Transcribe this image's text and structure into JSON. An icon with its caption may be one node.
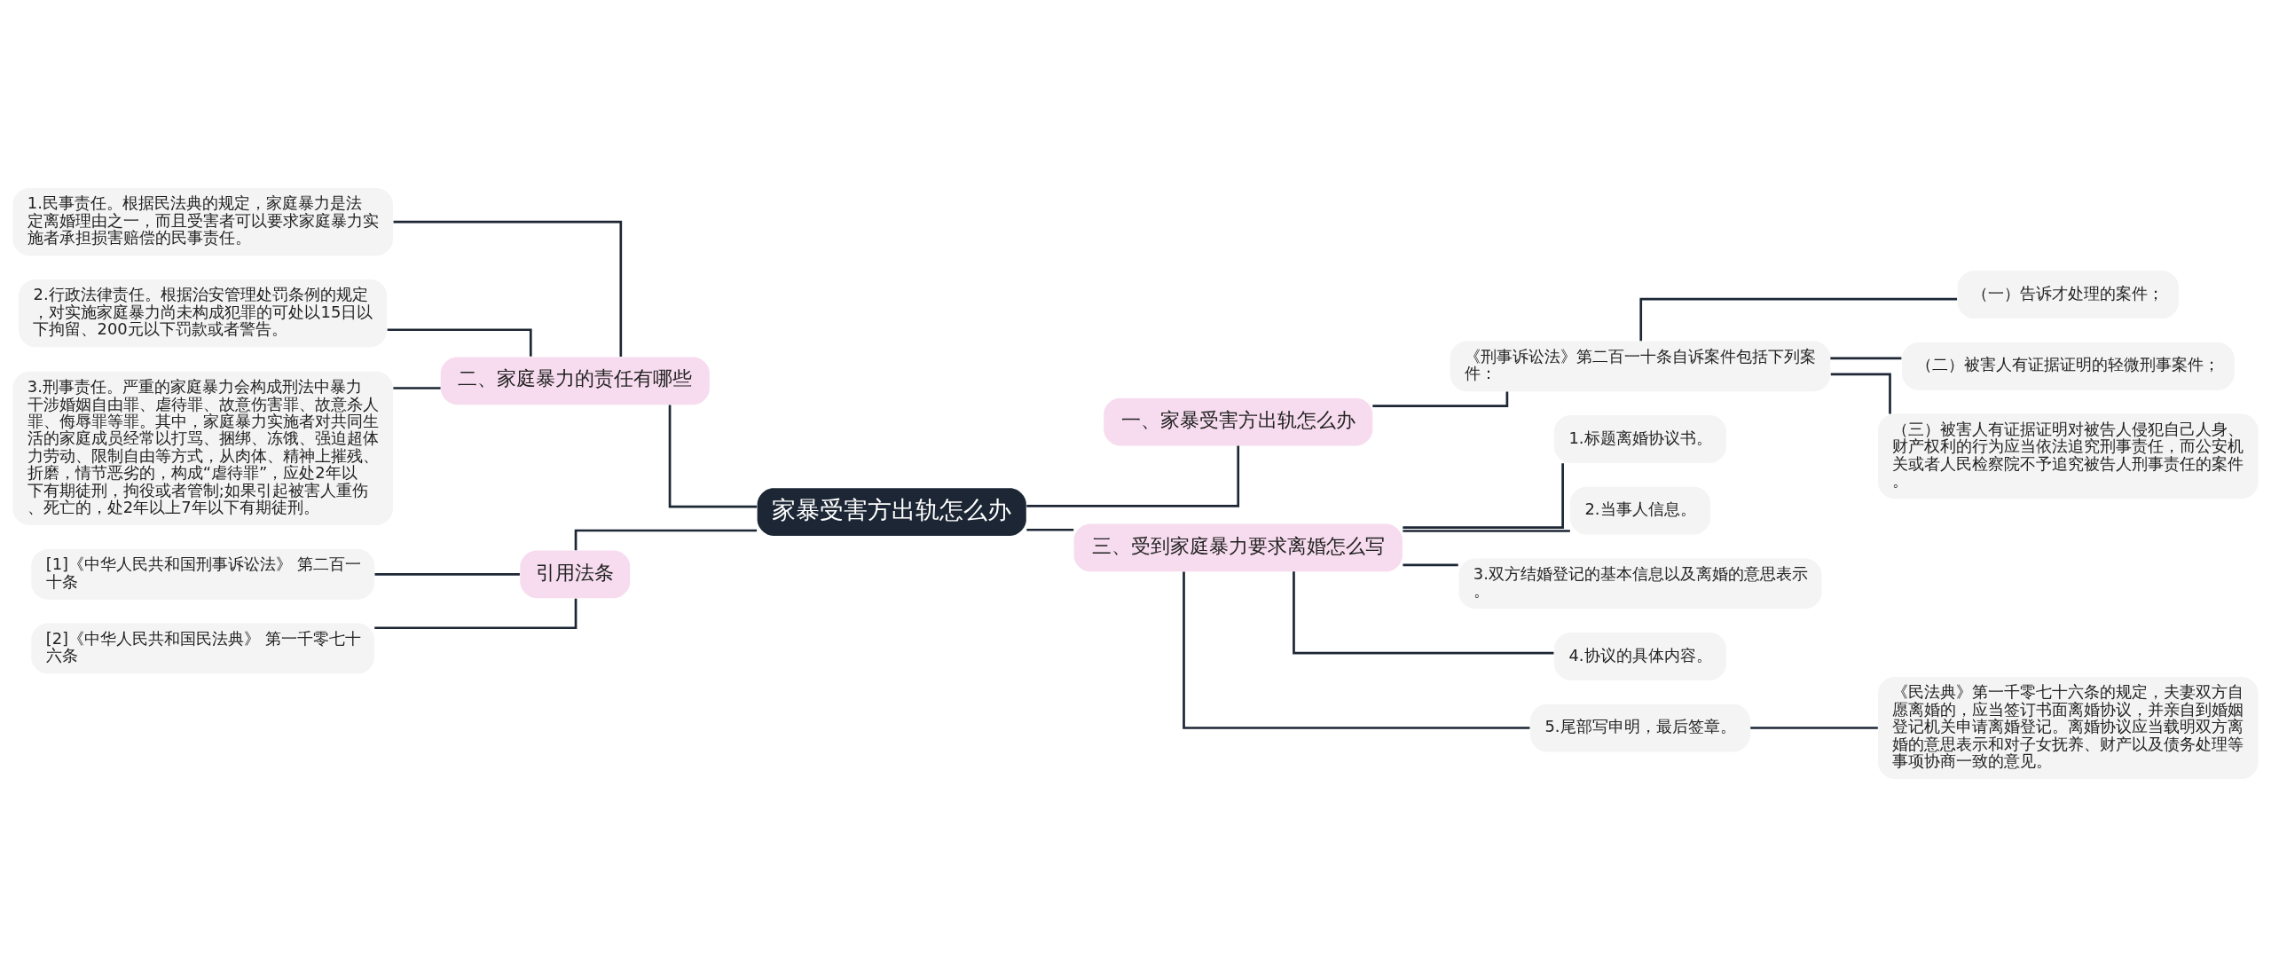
{
  "diagram": {
    "nodes": [
      {
        "text": [
          "家暴受害方出轨怎么办"
        ]
      },
      {
        "text": [
          "一、家暴受害方出轨怎么办"
        ]
      },
      {
        "text": [
          "《刑事诉讼法》第二百一十条自诉案件包括下列案件："
        ]
      },
      {
        "text": [
          "（一）告诉才处理的案件；"
        ]
      },
      {
        "text": [
          "（二）被害人有证据证明的轻微刑事案件；"
        ]
      },
      {
        "text": [
          "（三）被害人有证据证明对被告人侵犯自己人身、财产权利的行为应当依法追究刑事责任，而公安机关或者人民检察院不予追究被告人刑事责任的案件。"
        ]
      },
      {
        "text": [
          "三、受到家庭暴力要求离婚怎么写"
        ]
      },
      {
        "text": [
          "1.标题离婚协议书。"
        ]
      },
      {
        "text": [
          "2.当事人信息。"
        ]
      },
      {
        "text": [
          "3.双方结婚登记的基本信息以及离婚的意思表示。"
        ]
      },
      {
        "text": [
          "4.协议的具体内容。"
        ]
      },
      {
        "text": [
          "5.尾部写申明，最后签章。"
        ]
      },
      {
        "text": [
          "《民法典》第一千零七十六条的规定，夫妻双方自愿离婚的，应当签订书面离婚协议，并亲自到婚姻登记机关申请离婚登记。离婚协议应当载明双方离婚的意思表示和对子女抚养、财产以及债务处理等事项协商一致的意见。"
        ]
      },
      {
        "text": [
          "二、家庭暴力的责任有哪些"
        ]
      },
      {
        "text": [
          "1.民事责任。根据民法典的规定，家庭暴力是法定离婚理由之一，而且受害者可以要求家庭暴力实施者承担损害赔偿的民事责任。"
        ]
      },
      {
        "text": [
          "2.行政法律责任。根据治安管理处罚条例的规定，对实施家庭暴力尚未构成犯罪的可处以15日以下拘留、200元以下罚款或者警告。"
        ]
      },
      {
        "text": [
          "3.刑事责任。严重的家庭暴力会构成刑法中暴力干涉婚姻自由罪、虐待罪、故意伤害罪、故意杀人罪、侮辱罪等罪。其中，家庭暴力实施者对共同生活的家庭成员经常以打骂、捆绑、冻饿、强迫超体力劳动、限制自由等方式，从肉体、精神上摧残、折磨，情节恶劣的，构成“虐待罪”，应处2年以下有期徒刑，拘役或者管制;如果引起被害人重伤、死亡的，处2年以上7年以下有期徒刑。"
        ]
      },
      {
        "text": [
          "引用法条"
        ]
      },
      {
        "text": [
          "[1]《中华人民共和国刑事诉讼法》 第二百一十条"
        ]
      },
      {
        "text": [
          "[2]《中华人民共和国民法典》 第一千零七十六条"
        ]
      }
    ],
    "edges": [
      {
        "from": 0,
        "to": 1,
        "arrow": "none"
      },
      {
        "from": 1,
        "to": 2,
        "arrow": "none"
      },
      {
        "from": 2,
        "to": 3,
        "arrow": "none"
      },
      {
        "from": 2,
        "to": 4,
        "arrow": "none"
      },
      {
        "from": 2,
        "to": 5,
        "arrow": "none"
      },
      {
        "from": 0,
        "to": 6,
        "arrow": "none"
      },
      {
        "from": 6,
        "to": 7,
        "arrow": "none"
      },
      {
        "from": 6,
        "to": 8,
        "arrow": "none"
      },
      {
        "from": 6,
        "to": 9,
        "arrow": "none"
      },
      {
        "from": 6,
        "to": 10,
        "arrow": "none"
      },
      {
        "from": 6,
        "to": 11,
        "arrow": "none"
      },
      {
        "from": 11,
        "to": 12,
        "arrow": "none"
      },
      {
        "from": 0,
        "to": 13,
        "arrow": "none"
      },
      {
        "from": 13,
        "to": 14,
        "arrow": "none"
      },
      {
        "from": 13,
        "to": 15,
        "arrow": "none"
      },
      {
        "from": 13,
        "to": 16,
        "arrow": "none"
      },
      {
        "from": 0,
        "to": 17,
        "arrow": "none"
      },
      {
        "from": 17,
        "to": 18,
        "arrow": "none"
      },
      {
        "from": 17,
        "to": 19,
        "arrow": "none"
      }
    ]
  }
}
